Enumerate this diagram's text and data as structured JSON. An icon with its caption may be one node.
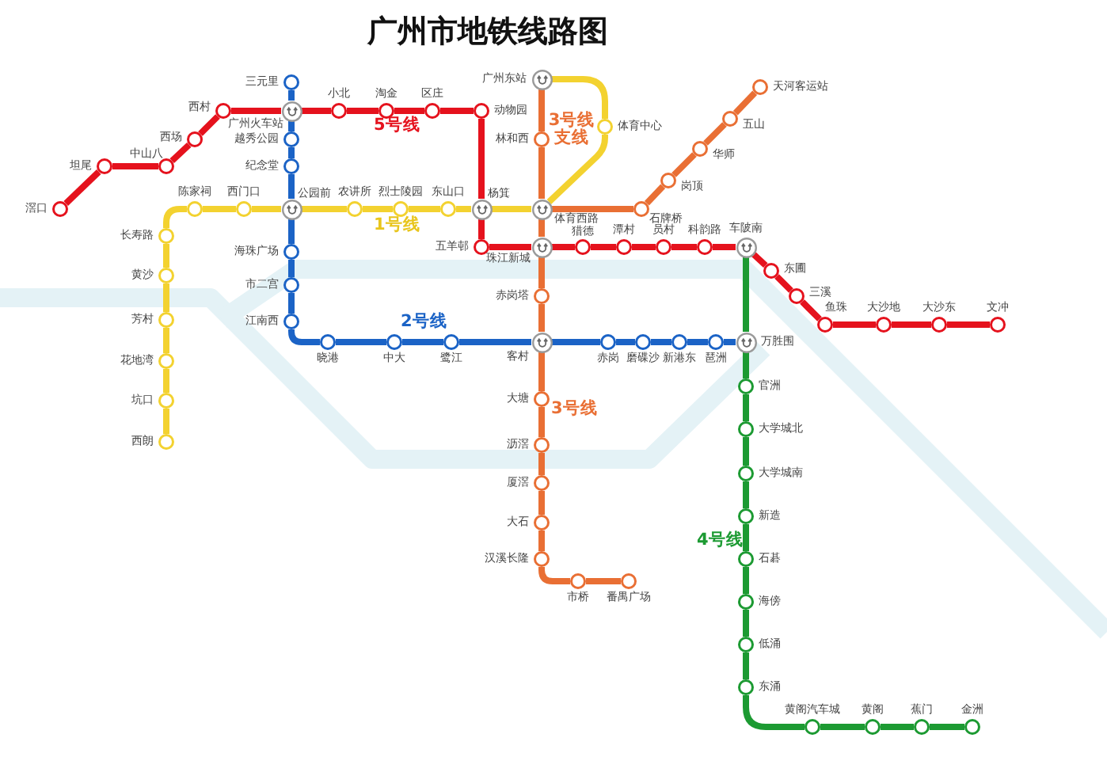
{
  "diagram": {
    "title": "广州市地铁线路图",
    "nodes": [
      {
        "text": [],
        "shape": "circle",
        "beside": [
          "三元里"
        ]
      },
      {
        "text": [],
        "shape": "circle",
        "beside": [
          "广州东站"
        ]
      },
      {
        "text": [],
        "shape": "circle",
        "beside": [
          "天河客运站"
        ]
      },
      {
        "text": [],
        "shape": "circle",
        "beside": [
          "西村"
        ]
      },
      {
        "text": [],
        "shape": "circle",
        "beside": [
          "广州火车站"
        ]
      },
      {
        "text": [],
        "shape": "circle",
        "beside": [
          "小北"
        ]
      },
      {
        "text": [],
        "shape": "circle",
        "beside": [
          "淘金"
        ]
      },
      {
        "text": [],
        "shape": "circle",
        "beside": [
          "区庄"
        ]
      },
      {
        "text": [],
        "shape": "circle",
        "beside": [
          "动物园"
        ]
      },
      {
        "text": [],
        "shape": "circle",
        "beside": [
          "五山"
        ]
      },
      {
        "text": [],
        "shape": "circle",
        "beside": [
          "体育中心"
        ]
      },
      {
        "text": [],
        "shape": "circle",
        "beside": [
          "越秀公园"
        ]
      },
      {
        "text": [],
        "shape": "circle",
        "beside": [
          "西场"
        ]
      },
      {
        "text": [],
        "shape": "circle",
        "beside": [
          "林和西"
        ]
      },
      {
        "text": [],
        "shape": "circle",
        "beside": [
          "华师"
        ]
      },
      {
        "text": [],
        "shape": "circle",
        "beside": [
          "坦尾"
        ]
      },
      {
        "text": [],
        "shape": "circle",
        "beside": [
          "中山八"
        ]
      },
      {
        "text": [],
        "shape": "circle",
        "beside": [
          "纪念堂"
        ]
      },
      {
        "text": [],
        "shape": "circle",
        "beside": [
          "岗顶"
        ]
      },
      {
        "text": [],
        "shape": "circle",
        "beside": [
          "滘口"
        ]
      },
      {
        "text": [],
        "shape": "circle",
        "beside": [
          "陈家祠"
        ]
      },
      {
        "text": [],
        "shape": "circle",
        "beside": [
          "西门口"
        ]
      },
      {
        "text": [],
        "shape": "circle",
        "beside": [
          "公园前"
        ]
      },
      {
        "text": [],
        "shape": "circle",
        "beside": [
          "农讲所"
        ]
      },
      {
        "text": [],
        "shape": "circle",
        "beside": [
          "烈士陵园"
        ]
      },
      {
        "text": [],
        "shape": "circle",
        "beside": [
          "东山口"
        ]
      },
      {
        "text": [],
        "shape": "circle",
        "beside": [
          "杨箕"
        ]
      },
      {
        "text": [],
        "shape": "circle",
        "beside": [
          "体育西路"
        ]
      },
      {
        "text": [],
        "shape": "circle",
        "beside": [
          "石牌桥"
        ]
      },
      {
        "text": [],
        "shape": "circle",
        "beside": [
          "长寿路"
        ]
      },
      {
        "text": [],
        "shape": "circle",
        "beside": [
          "五羊邨"
        ]
      },
      {
        "text": [],
        "shape": "circle",
        "beside": [
          "珠江新城"
        ]
      },
      {
        "text": [],
        "shape": "circle",
        "beside": [
          "猎德"
        ]
      },
      {
        "text": [],
        "shape": "circle",
        "beside": [
          "潭村"
        ]
      },
      {
        "text": [],
        "shape": "circle",
        "beside": [
          "员村"
        ]
      },
      {
        "text": [],
        "shape": "circle",
        "beside": [
          "科韵路"
        ]
      },
      {
        "text": [],
        "shape": "circle",
        "beside": [
          "车陂南"
        ]
      },
      {
        "text": [],
        "shape": "circle",
        "beside": [
          "海珠广场"
        ]
      },
      {
        "text": [],
        "shape": "circle",
        "beside": [
          "东圃"
        ]
      },
      {
        "text": [],
        "shape": "circle",
        "beside": [
          "黄沙"
        ]
      },
      {
        "text": [],
        "shape": "circle",
        "beside": [
          "市二宫"
        ]
      },
      {
        "text": [],
        "shape": "circle",
        "beside": [
          "赤岗塔"
        ]
      },
      {
        "text": [],
        "shape": "circle",
        "beside": [
          "三溪"
        ]
      },
      {
        "text": [],
        "shape": "circle",
        "beside": [
          "芳村"
        ]
      },
      {
        "text": [],
        "shape": "circle",
        "beside": [
          "江南西"
        ]
      },
      {
        "text": [],
        "shape": "circle",
        "beside": [
          "鱼珠"
        ]
      },
      {
        "text": [],
        "shape": "circle",
        "beside": [
          "大沙地"
        ]
      },
      {
        "text": [],
        "shape": "circle",
        "beside": [
          "大沙东"
        ]
      },
      {
        "text": [],
        "shape": "circle",
        "beside": [
          "文冲"
        ]
      },
      {
        "text": [],
        "shape": "circle",
        "beside": [
          "晓港"
        ]
      },
      {
        "text": [],
        "shape": "circle",
        "beside": [
          "中大"
        ]
      },
      {
        "text": [],
        "shape": "circle",
        "beside": [
          "鹭江"
        ]
      },
      {
        "text": [],
        "shape": "circle",
        "beside": [
          "客村"
        ]
      },
      {
        "text": [],
        "shape": "circle",
        "beside": [
          "赤岗"
        ]
      },
      {
        "text": [],
        "shape": "circle",
        "beside": [
          "磨碟沙"
        ]
      },
      {
        "text": [],
        "shape": "circle",
        "beside": [
          "新港东"
        ]
      },
      {
        "text": [],
        "shape": "circle",
        "beside": [
          "琶洲"
        ]
      },
      {
        "text": [],
        "shape": "circle",
        "beside": [
          "万胜围"
        ]
      },
      {
        "text": [],
        "shape": "circle",
        "beside": [
          "花地湾"
        ]
      },
      {
        "text": [],
        "shape": "circle",
        "beside": [
          "官洲"
        ]
      },
      {
        "text": [],
        "shape": "circle",
        "beside": [
          "大塘"
        ]
      },
      {
        "text": [],
        "shape": "circle",
        "beside": [
          "坑口"
        ]
      },
      {
        "text": [],
        "shape": "circle",
        "beside": [
          "大学城北"
        ]
      },
      {
        "text": [],
        "shape": "circle",
        "beside": [
          "西朗"
        ]
      },
      {
        "text": [],
        "shape": "circle",
        "beside": [
          "沥滘"
        ]
      },
      {
        "text": [],
        "shape": "circle",
        "beside": [
          "大学城南"
        ]
      },
      {
        "text": [],
        "shape": "circle",
        "beside": [
          "厦滘"
        ]
      },
      {
        "text": [],
        "shape": "circle",
        "beside": [
          "新造"
        ]
      },
      {
        "text": [],
        "shape": "circle",
        "beside": [
          "大石"
        ]
      },
      {
        "text": [],
        "shape": "circle",
        "beside": [
          "石碁"
        ]
      },
      {
        "text": [],
        "shape": "circle",
        "beside": [
          "汉溪长隆"
        ]
      },
      {
        "text": [],
        "shape": "circle",
        "beside": [
          "市桥"
        ]
      },
      {
        "text": [],
        "shape": "circle",
        "beside": [
          "番禺广场"
        ]
      },
      {
        "text": [],
        "shape": "circle",
        "beside": [
          "海傍"
        ]
      },
      {
        "text": [],
        "shape": "circle",
        "beside": [
          "低涌"
        ]
      },
      {
        "text": [],
        "shape": "circle",
        "beside": [
          "东涌"
        ]
      },
      {
        "text": [],
        "shape": "circle",
        "beside": [
          "黄阁汽车城"
        ]
      },
      {
        "text": [],
        "shape": "circle",
        "beside": [
          "黄阁"
        ]
      },
      {
        "text": [],
        "shape": "circle",
        "beside": [
          "蕉门"
        ]
      },
      {
        "text": [],
        "shape": "circle",
        "beside": [
          "金洲"
        ]
      }
    ],
    "edges": [
      {
        "from": 63,
        "to": 61,
        "arrow": "none",
        "color": "#f3d230"
      },
      {
        "from": 61,
        "to": 58,
        "arrow": "none",
        "color": "#f3d230"
      },
      {
        "from": 58,
        "to": 43,
        "arrow": "none",
        "color": "#f3d230"
      },
      {
        "from": 43,
        "to": 39,
        "arrow": "none",
        "color": "#f3d230"
      },
      {
        "from": 39,
        "to": 29,
        "arrow": "none",
        "color": "#f3d230"
      },
      {
        "from": 29,
        "to": 20,
        "arrow": "none",
        "color": "#f3d230"
      },
      {
        "from": 20,
        "to": 21,
        "arrow": "none",
        "color": "#f3d230"
      },
      {
        "from": 21,
        "to": 22,
        "arrow": "none",
        "color": "#f3d230"
      },
      {
        "from": 22,
        "to": 23,
        "arrow": "none",
        "color": "#f3d230"
      },
      {
        "from": 23,
        "to": 24,
        "arrow": "none",
        "color": "#f3d230"
      },
      {
        "from": 24,
        "to": 25,
        "arrow": "none",
        "color": "#f3d230"
      },
      {
        "from": 25,
        "to": 26,
        "arrow": "none",
        "color": "#f3d230"
      },
      {
        "from": 26,
        "to": 27,
        "arrow": "none",
        "color": "#f3d230"
      },
      {
        "from": 27,
        "to": 10,
        "arrow": "none",
        "color": "#f3d230"
      },
      {
        "from": 10,
        "to": 1,
        "arrow": "none",
        "color": "#f3d230"
      },
      {
        "from": 0,
        "to": 4,
        "arrow": "none",
        "color": "#1b63c6"
      },
      {
        "from": 4,
        "to": 11,
        "arrow": "none",
        "color": "#1b63c6"
      },
      {
        "from": 11,
        "to": 17,
        "arrow": "none",
        "color": "#1b63c6"
      },
      {
        "from": 17,
        "to": 22,
        "arrow": "none",
        "color": "#1b63c6"
      },
      {
        "from": 22,
        "to": 37,
        "arrow": "none",
        "color": "#1b63c6"
      },
      {
        "from": 37,
        "to": 40,
        "arrow": "none",
        "color": "#1b63c6"
      },
      {
        "from": 40,
        "to": 44,
        "arrow": "none",
        "color": "#1b63c6"
      },
      {
        "from": 44,
        "to": 49,
        "arrow": "none",
        "color": "#1b63c6"
      },
      {
        "from": 49,
        "to": 50,
        "arrow": "none",
        "color": "#1b63c6"
      },
      {
        "from": 50,
        "to": 51,
        "arrow": "none",
        "color": "#1b63c6"
      },
      {
        "from": 51,
        "to": 52,
        "arrow": "none",
        "color": "#1b63c6"
      },
      {
        "from": 52,
        "to": 53,
        "arrow": "none",
        "color": "#1b63c6"
      },
      {
        "from": 53,
        "to": 54,
        "arrow": "none",
        "color": "#1b63c6"
      },
      {
        "from": 54,
        "to": 55,
        "arrow": "none",
        "color": "#1b63c6"
      },
      {
        "from": 55,
        "to": 56,
        "arrow": "none",
        "color": "#1b63c6"
      },
      {
        "from": 56,
        "to": 57,
        "arrow": "none",
        "color": "#1b63c6"
      },
      {
        "from": 2,
        "to": 9,
        "arrow": "none",
        "color": "#e96f34"
      },
      {
        "from": 9,
        "to": 14,
        "arrow": "none",
        "color": "#e96f34"
      },
      {
        "from": 14,
        "to": 18,
        "arrow": "none",
        "color": "#e96f34"
      },
      {
        "from": 18,
        "to": 28,
        "arrow": "none",
        "color": "#e96f34"
      },
      {
        "from": 28,
        "to": 27,
        "arrow": "none",
        "color": "#e96f34"
      },
      {
        "from": 27,
        "to": 31,
        "arrow": "none",
        "color": "#e96f34"
      },
      {
        "from": 31,
        "to": 41,
        "arrow": "none",
        "color": "#e96f34"
      },
      {
        "from": 41,
        "to": 52,
        "arrow": "none",
        "color": "#e96f34"
      },
      {
        "from": 52,
        "to": 60,
        "arrow": "none",
        "color": "#e96f34"
      },
      {
        "from": 60,
        "to": 64,
        "arrow": "none",
        "color": "#e96f34"
      },
      {
        "from": 64,
        "to": 66,
        "arrow": "none",
        "color": "#e96f34"
      },
      {
        "from": 66,
        "to": 68,
        "arrow": "none",
        "color": "#e96f34"
      },
      {
        "from": 68,
        "to": 70,
        "arrow": "none",
        "color": "#e96f34"
      },
      {
        "from": 70,
        "to": 71,
        "arrow": "none",
        "color": "#e96f34"
      },
      {
        "from": 71,
        "to": 72,
        "arrow": "none",
        "color": "#e96f34"
      },
      {
        "from": 1,
        "to": 13,
        "arrow": "none",
        "color": "#e96f34"
      },
      {
        "from": 13,
        "to": 27,
        "arrow": "none",
        "color": "#e96f34"
      },
      {
        "from": 36,
        "to": 57,
        "arrow": "none",
        "color": "#1c9a32"
      },
      {
        "from": 57,
        "to": 59,
        "arrow": "none",
        "color": "#1c9a32"
      },
      {
        "from": 59,
        "to": 62,
        "arrow": "none",
        "color": "#1c9a32"
      },
      {
        "from": 62,
        "to": 65,
        "arrow": "none",
        "color": "#1c9a32"
      },
      {
        "from": 65,
        "to": 67,
        "arrow": "none",
        "color": "#1c9a32"
      },
      {
        "from": 67,
        "to": 69,
        "arrow": "none",
        "color": "#1c9a32"
      },
      {
        "from": 69,
        "to": 73,
        "arrow": "none",
        "color": "#1c9a32"
      },
      {
        "from": 73,
        "to": 74,
        "arrow": "none",
        "color": "#1c9a32"
      },
      {
        "from": 74,
        "to": 75,
        "arrow": "none",
        "color": "#1c9a32"
      },
      {
        "from": 75,
        "to": 76,
        "arrow": "none",
        "color": "#1c9a32"
      },
      {
        "from": 76,
        "to": 77,
        "arrow": "none",
        "color": "#1c9a32"
      },
      {
        "from": 77,
        "to": 78,
        "arrow": "none",
        "color": "#1c9a32"
      },
      {
        "from": 78,
        "to": 79,
        "arrow": "none",
        "color": "#1c9a32"
      },
      {
        "from": 19,
        "to": 15,
        "arrow": "none",
        "color": "#e5121d"
      },
      {
        "from": 15,
        "to": 16,
        "arrow": "none",
        "color": "#e5121d"
      },
      {
        "from": 16,
        "to": 12,
        "arrow": "none",
        "color": "#e5121d"
      },
      {
        "from": 12,
        "to": 3,
        "arrow": "none",
        "color": "#e5121d"
      },
      {
        "from": 3,
        "to": 4,
        "arrow": "none",
        "color": "#e5121d"
      },
      {
        "from": 4,
        "to": 5,
        "arrow": "none",
        "color": "#e5121d"
      },
      {
        "from": 5,
        "to": 6,
        "arrow": "none",
        "color": "#e5121d"
      },
      {
        "from": 6,
        "to": 7,
        "arrow": "none",
        "color": "#e5121d"
      },
      {
        "from": 7,
        "to": 8,
        "arrow": "none",
        "color": "#e5121d"
      },
      {
        "from": 8,
        "to": 26,
        "arrow": "none",
        "color": "#e5121d"
      },
      {
        "from": 26,
        "to": 30,
        "arrow": "none",
        "color": "#e5121d"
      },
      {
        "from": 30,
        "to": 31,
        "arrow": "none",
        "color": "#e5121d"
      },
      {
        "from": 31,
        "to": 32,
        "arrow": "none",
        "color": "#e5121d"
      },
      {
        "from": 32,
        "to": 33,
        "arrow": "none",
        "color": "#e5121d"
      },
      {
        "from": 33,
        "to": 34,
        "arrow": "none",
        "color": "#e5121d"
      },
      {
        "from": 34,
        "to": 35,
        "arrow": "none",
        "color": "#e5121d"
      },
      {
        "from": 35,
        "to": 36,
        "arrow": "none",
        "color": "#e5121d"
      },
      {
        "from": 36,
        "to": 38,
        "arrow": "none",
        "color": "#e5121d"
      },
      {
        "from": 38,
        "to": 42,
        "arrow": "none",
        "color": "#e5121d"
      },
      {
        "from": 42,
        "to": 45,
        "arrow": "none",
        "color": "#e5121d"
      },
      {
        "from": 45,
        "to": 46,
        "arrow": "none",
        "color": "#e5121d"
      },
      {
        "from": 46,
        "to": 47,
        "arrow": "none",
        "color": "#e5121d"
      },
      {
        "from": 47,
        "to": 48,
        "arrow": "none",
        "color": "#e5121d"
      }
    ],
    "labels": [
      "5号线",
      "3号线支线",
      "1号线",
      "2号线",
      "3号线",
      "4号线"
    ]
  }
}
